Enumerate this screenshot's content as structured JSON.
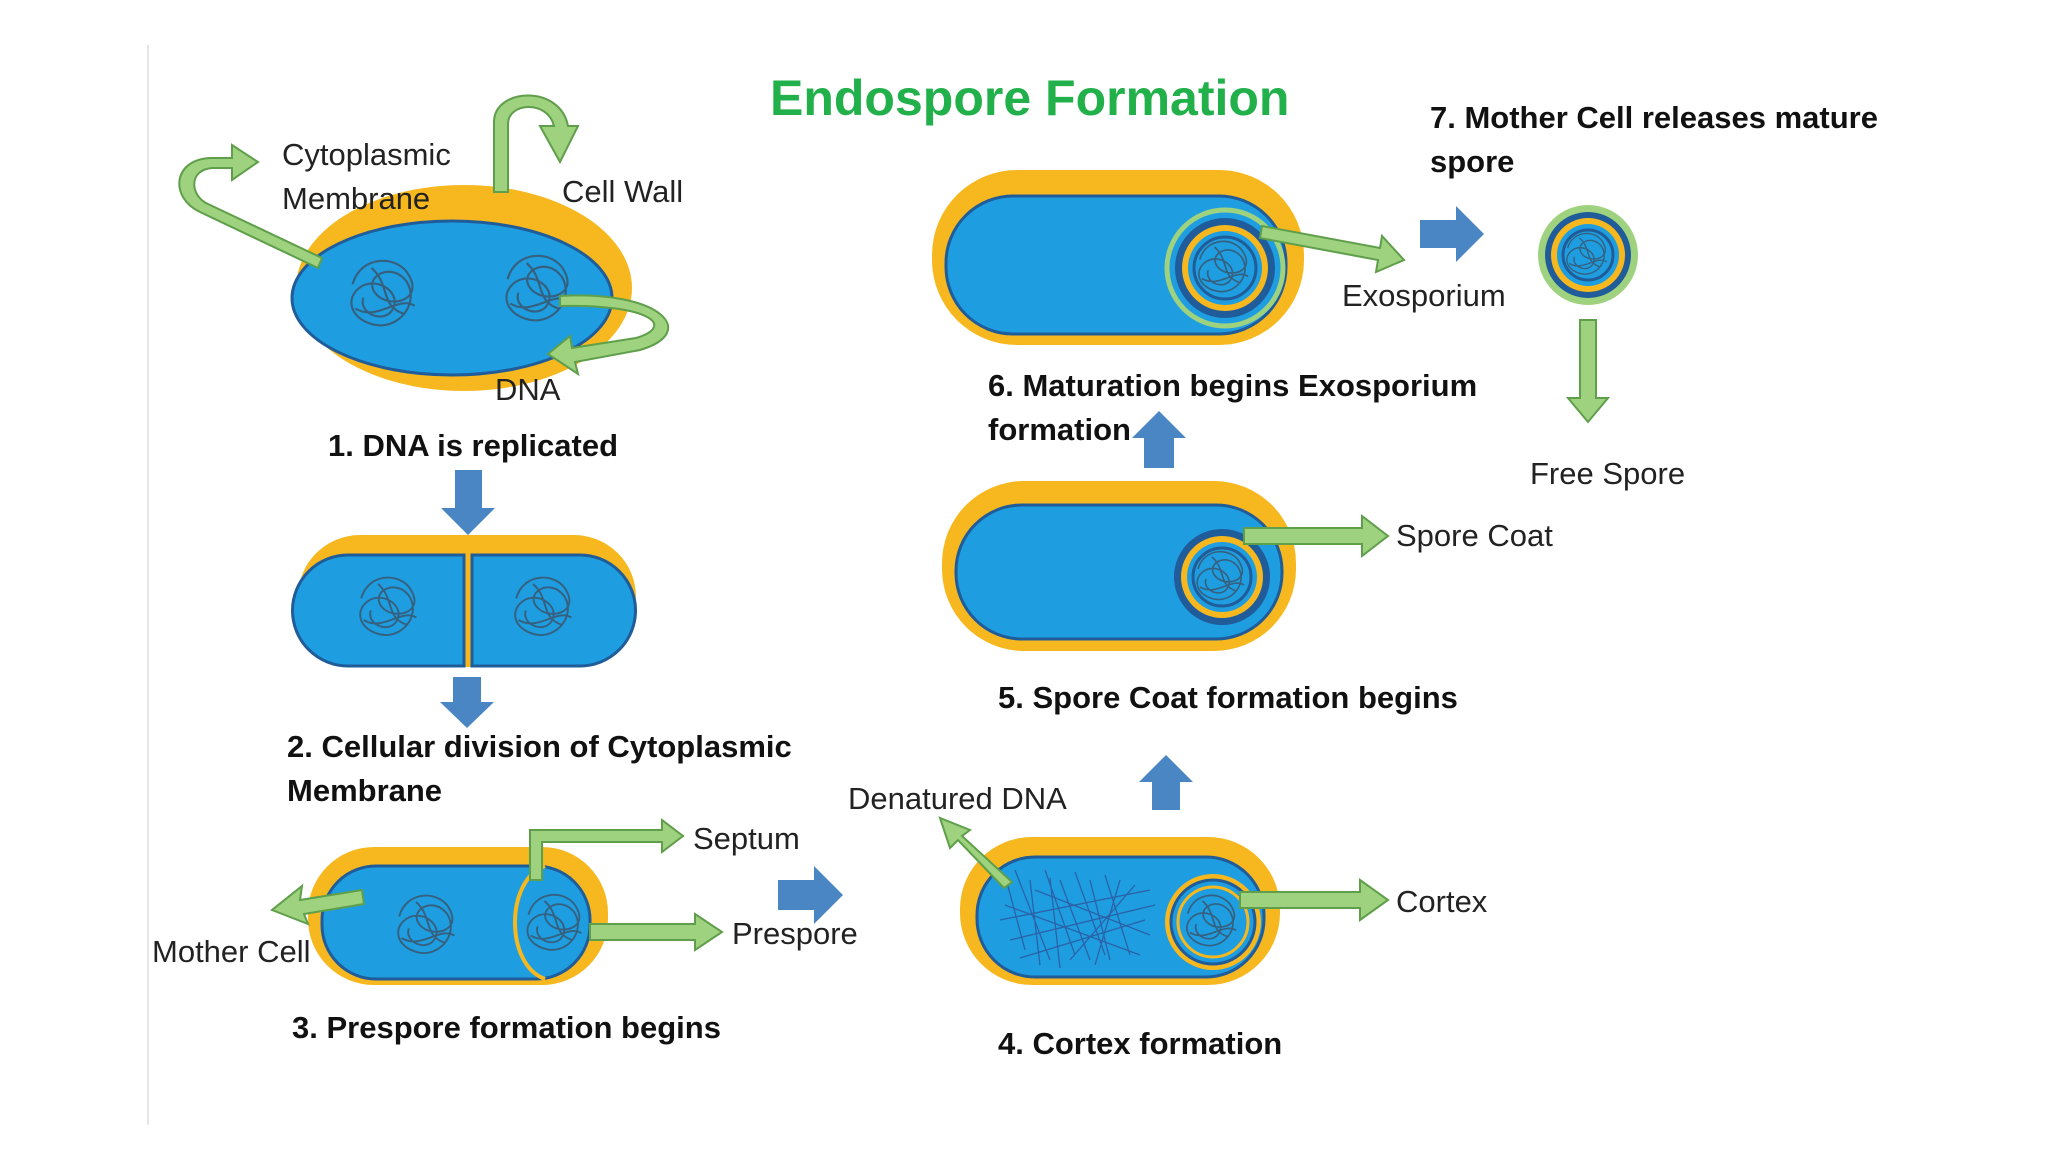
{
  "title": "Endospore Formation",
  "steps": {
    "s1": "1. DNA is replicated",
    "s2_line1": "2. Cellular division of Cytoplasmic",
    "s2_line2": "Membrane",
    "s3": "3. Prespore formation begins",
    "s4": "4. Cortex formation",
    "s5": "5. Spore Coat formation begins",
    "s6_line1": "6. Maturation begins Exosporium",
    "s6_line2": "formation",
    "s7_line1": "7. Mother Cell releases mature",
    "s7_line2": "spore"
  },
  "labels": {
    "cytoplasmic_1": "Cytoplasmic",
    "cytoplasmic_2": "Membrane",
    "cell_wall": "Cell Wall",
    "dna": "DNA",
    "septum": "Septum",
    "prespore": "Prespore",
    "mother_cell": "Mother Cell",
    "denatured_dna": "Denatured DNA",
    "cortex": "Cortex",
    "spore_coat": "Spore Coat",
    "exosporium": "Exosporium",
    "free_spore": "Free Spore"
  },
  "colors": {
    "title": "#22b04b",
    "cell_wall": "#f6b81e",
    "cytoplasm": "#1e9ee0",
    "cell_outline": "#1f5c99",
    "flow_arrow": "#4a86c4",
    "pointer_arrow": "#9ed27f",
    "pointer_outline": "#5f9e4a"
  }
}
